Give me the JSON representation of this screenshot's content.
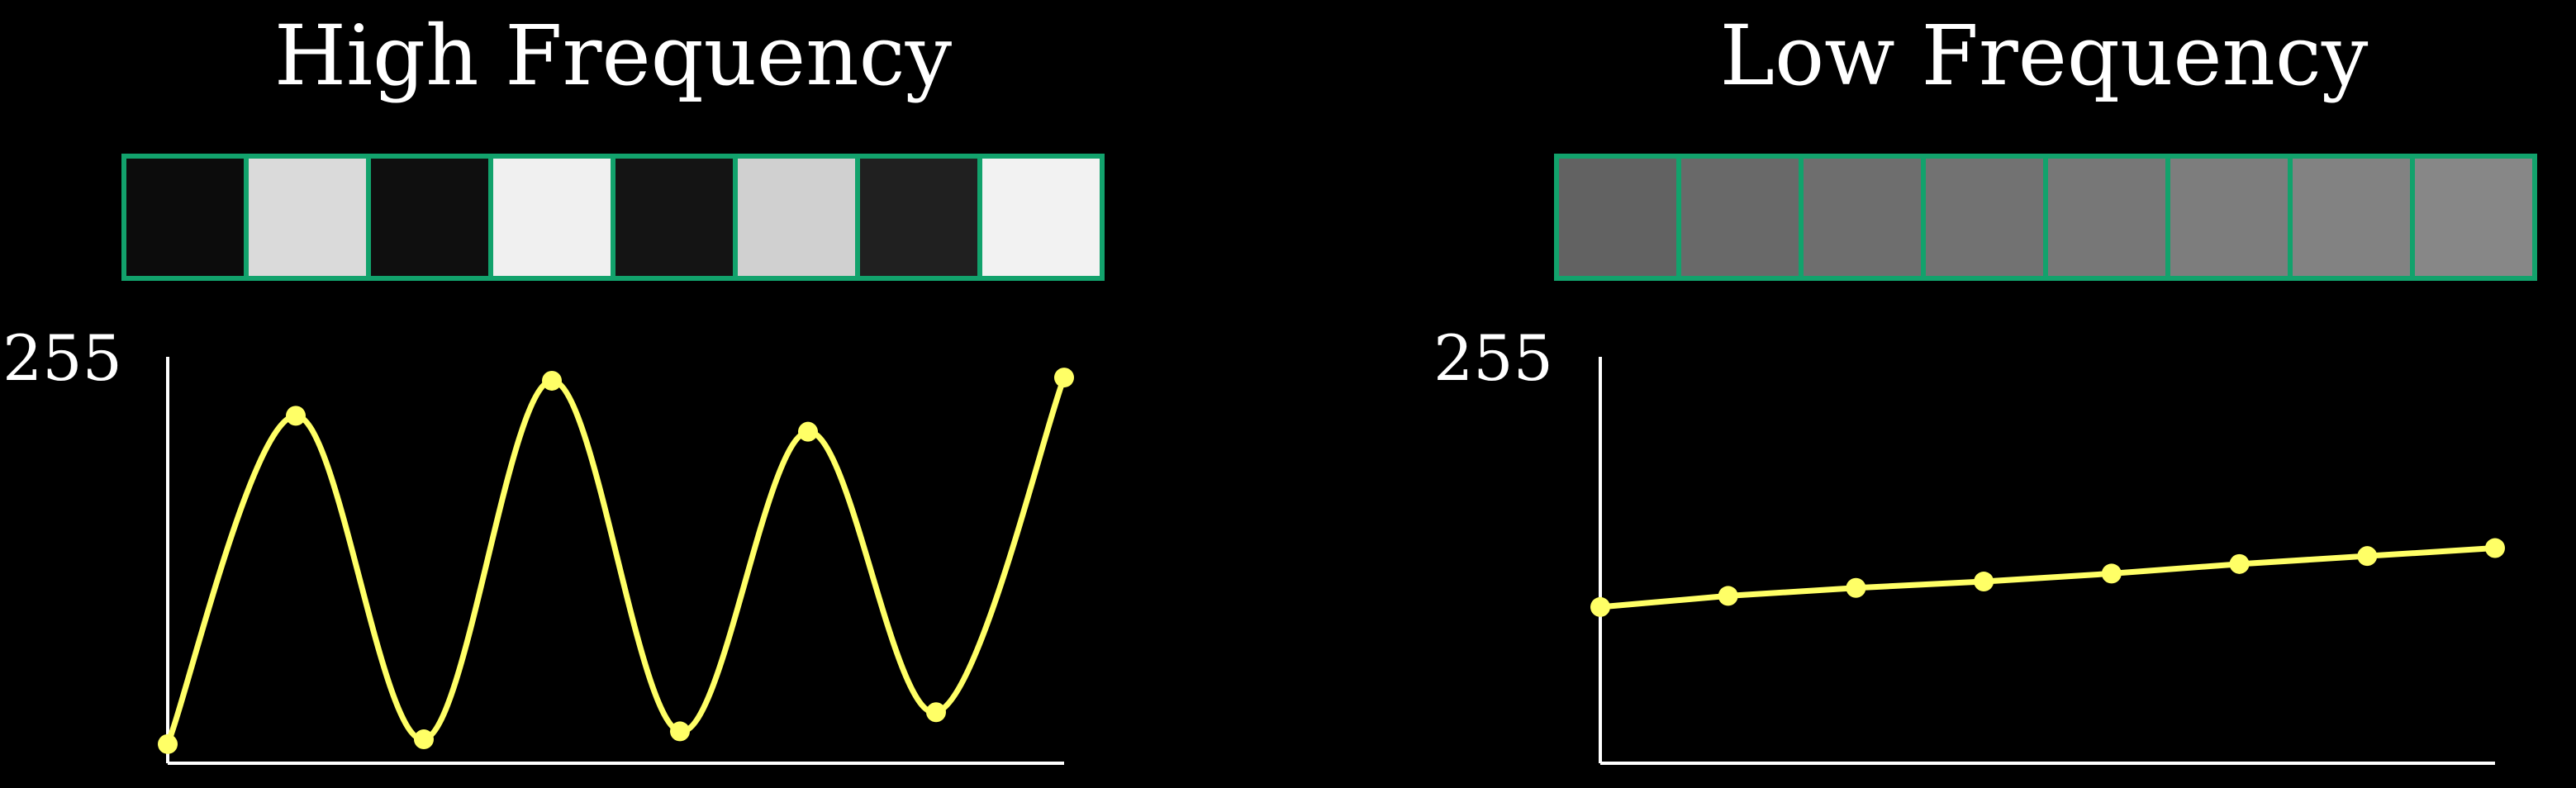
{
  "colors": {
    "background": "#000000",
    "frame": "#12a26c",
    "series": "#ffff66",
    "axis": "#ffffff",
    "text": "#ffffff"
  },
  "chart_data": [
    {
      "type": "line",
      "title": "High Frequency",
      "ylim": [
        0,
        255
      ],
      "yticks": [
        "255"
      ],
      "xlabel": "",
      "ylabel": "",
      "grid": false,
      "pixel_intensities": [
        12,
        218,
        15,
        240,
        20,
        208,
        32,
        242
      ],
      "points": [
        {
          "x": 0,
          "y": 12
        },
        {
          "x": 1,
          "y": 218
        },
        {
          "x": 2,
          "y": 15
        },
        {
          "x": 3,
          "y": 240
        },
        {
          "x": 4,
          "y": 20
        },
        {
          "x": 5,
          "y": 208
        },
        {
          "x": 6,
          "y": 32
        },
        {
          "x": 7,
          "y": 242
        }
      ],
      "curve": "smooth"
    },
    {
      "type": "line",
      "title": "Low Frequency",
      "ylim": [
        0,
        255
      ],
      "yticks": [
        "255"
      ],
      "xlabel": "",
      "ylabel": "",
      "grid": false,
      "pixel_intensities": [
        98,
        105,
        110,
        114,
        119,
        125,
        130,
        135
      ],
      "points": [
        {
          "x": 0,
          "y": 98
        },
        {
          "x": 1,
          "y": 105
        },
        {
          "x": 2,
          "y": 110
        },
        {
          "x": 3,
          "y": 114
        },
        {
          "x": 4,
          "y": 119
        },
        {
          "x": 5,
          "y": 125
        },
        {
          "x": 6,
          "y": 130
        },
        {
          "x": 7,
          "y": 135
        }
      ],
      "curve": "linear"
    }
  ]
}
